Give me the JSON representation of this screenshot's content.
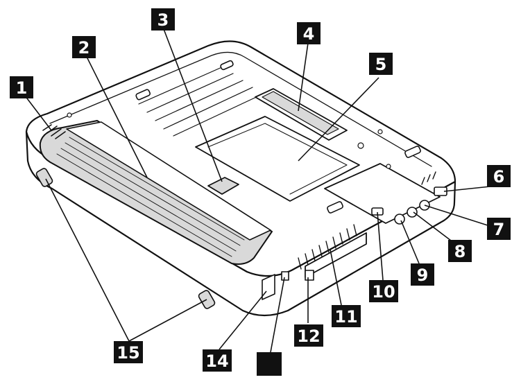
{
  "figure": {
    "subject": "laptop-bottom-view",
    "colors": {
      "line": "#111111",
      "fill": "#ffffff",
      "callout_bg": "#111111",
      "callout_text": "#ffffff",
      "shade": "#d9d9d9"
    }
  },
  "callouts": [
    {
      "id": "c1",
      "label": "1"
    },
    {
      "id": "c2",
      "label": "2"
    },
    {
      "id": "c3",
      "label": "3"
    },
    {
      "id": "c4",
      "label": "4"
    },
    {
      "id": "c5",
      "label": "5"
    },
    {
      "id": "c6",
      "label": "6"
    },
    {
      "id": "c7",
      "label": "7"
    },
    {
      "id": "c8",
      "label": "8"
    },
    {
      "id": "c9",
      "label": "9"
    },
    {
      "id": "c10",
      "label": "10"
    },
    {
      "id": "c11",
      "label": "11"
    },
    {
      "id": "c12",
      "label": "12"
    },
    {
      "id": "c13",
      "label": ""
    },
    {
      "id": "c14",
      "label": "14"
    },
    {
      "id": "c15",
      "label": "15"
    }
  ]
}
